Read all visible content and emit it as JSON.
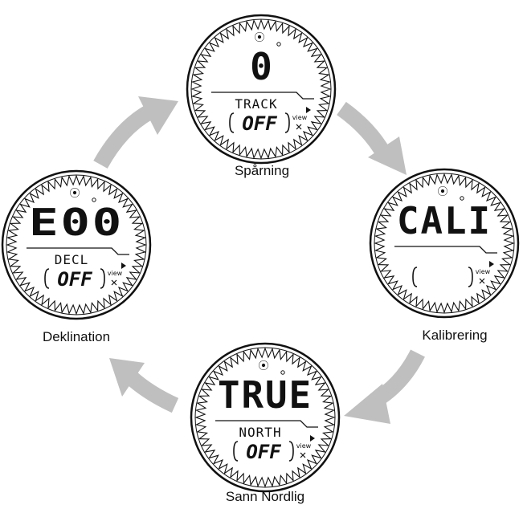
{
  "arrow_color": "#bfbfbf",
  "watches": [
    {
      "id": "tracking",
      "main": "0",
      "label": "TRACK",
      "status": "OFF",
      "view": "view",
      "caption": "Spårning"
    },
    {
      "id": "calibration",
      "main": "CALI",
      "label": "",
      "status": "",
      "view": "view",
      "caption": "Kalibrering"
    },
    {
      "id": "true-north",
      "main": "TRUE",
      "label": "NORTH",
      "status": "OFF",
      "view": "view",
      "caption": "Sann Nordlig"
    },
    {
      "id": "declination",
      "main": "E00",
      "label": "DECL",
      "status": "OFF",
      "view": "view",
      "caption": "Deklination"
    }
  ]
}
